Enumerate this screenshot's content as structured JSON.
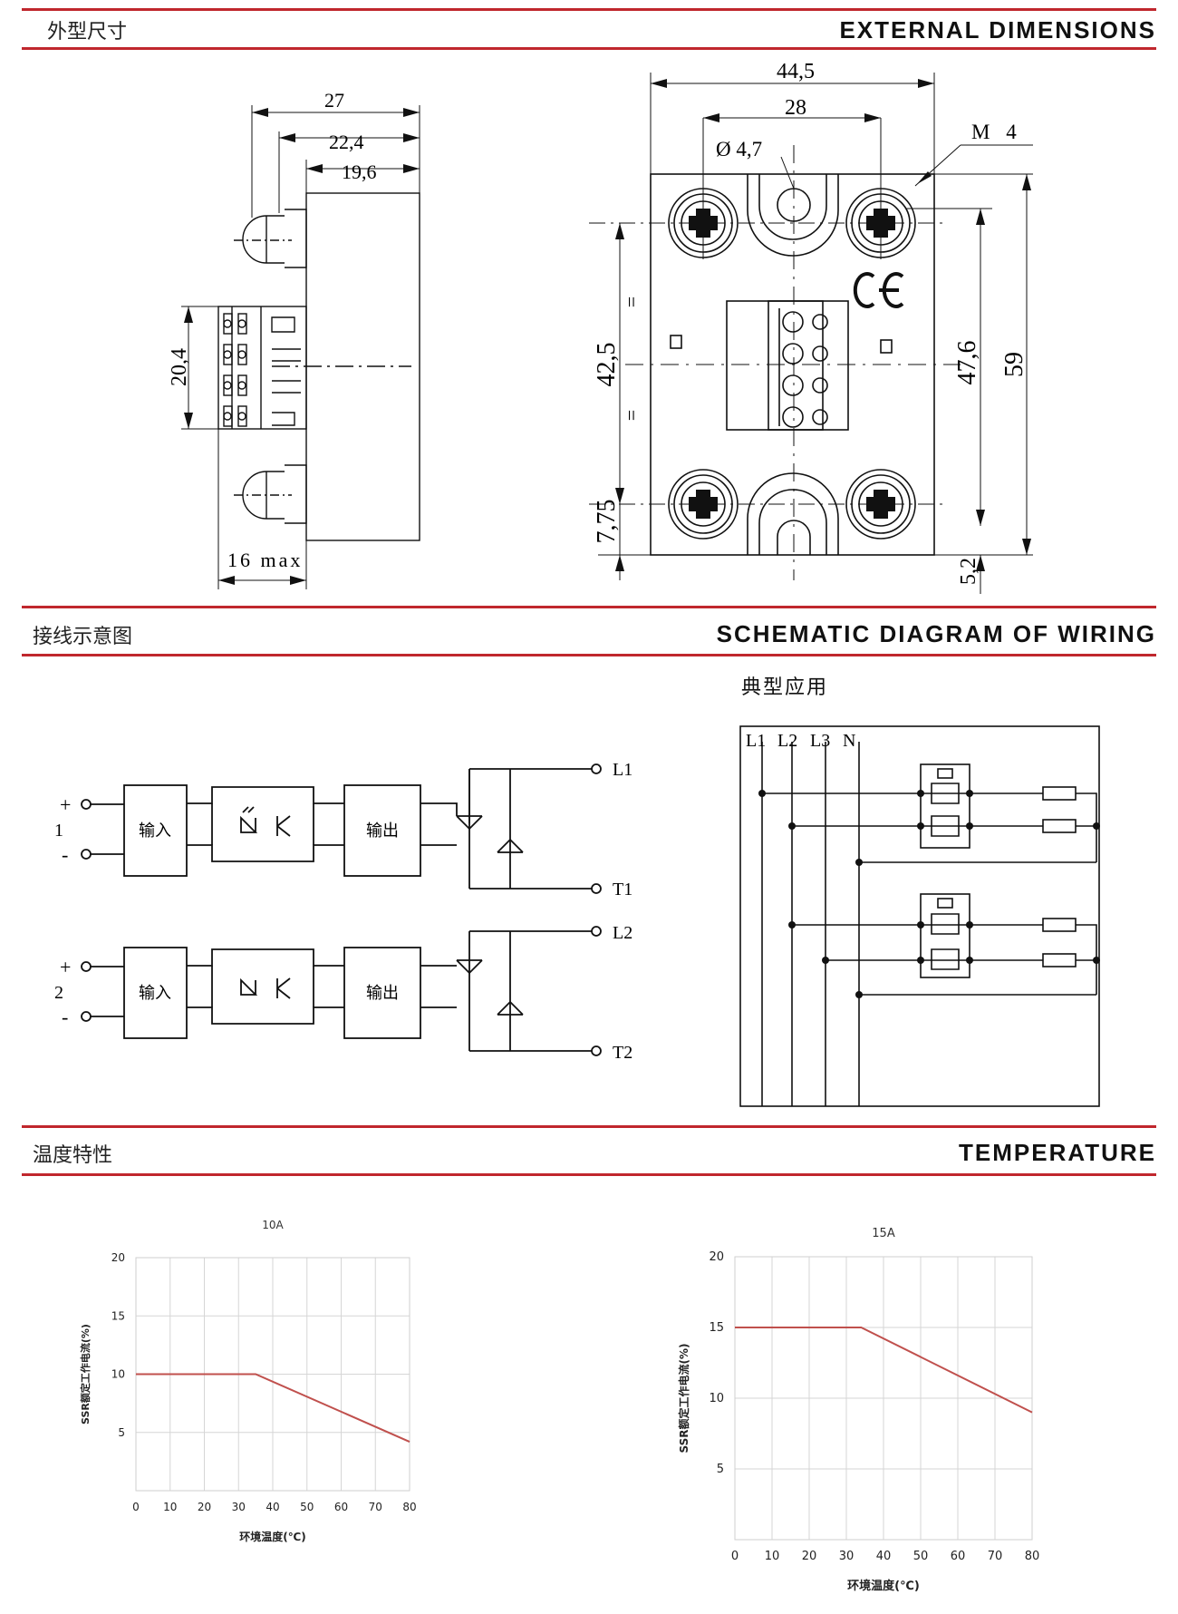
{
  "sections": {
    "dimensions": {
      "title_cn": "外型尺寸",
      "title_en": "EXTERNAL DIMENSIONS"
    },
    "wiring": {
      "title_cn": "接线示意图",
      "title_en": "SCHEMATIC DIAGRAM OF WIRING",
      "subtitle_cn": "典型应用"
    },
    "temperature": {
      "title_cn": "温度特性",
      "title_en": "TEMPERATURE"
    }
  },
  "side_view": {
    "dim_27": "27",
    "dim_22_4": "22,4",
    "dim_19_6": "19,6",
    "dim_20_4": "20,4",
    "dim_16_max": "16 max"
  },
  "front_view": {
    "dim_44_5": "44,5",
    "dim_28": "28",
    "dim_hole": "Ø 4,7",
    "dim_m4": "M 4",
    "dim_42_5": "42,5",
    "dim_47_6": "47,6",
    "dim_59": "59",
    "dim_7_75": "7,75",
    "dim_5_2": "5,2",
    "eq_top": "=",
    "eq_bottom": "=",
    "ce_mark": "CE"
  },
  "wiring_left": {
    "ch1_plus": "+",
    "ch1_num": "1",
    "ch1_minus": "-",
    "ch2_plus": "+",
    "ch2_num": "2",
    "ch2_minus": "-",
    "input_label": "输入",
    "output_label": "输出",
    "out_L1": "L1",
    "out_T1": "T1",
    "out_L2": "L2",
    "out_T2": "T2"
  },
  "wiring_right": {
    "lines": [
      "L1",
      "L2",
      "L3",
      "N"
    ]
  },
  "chart_data": [
    {
      "type": "line",
      "title": "10A",
      "xlabel": "环境温度(℃)",
      "ylabel": "SSR额定工作电流(%)",
      "xlim": [
        0,
        80
      ],
      "ylim": [
        0,
        20
      ],
      "xticks": [
        "0",
        "10",
        "20",
        "30",
        "40",
        "50",
        "60",
        "70",
        "80"
      ],
      "yticks": [
        "5",
        "10",
        "15",
        "20"
      ],
      "series": [
        {
          "x": [
            0,
            35,
            80
          ],
          "y": [
            10,
            10,
            4.2
          ]
        }
      ],
      "color": "#c0504d",
      "grid": true
    },
    {
      "type": "line",
      "title": "15A",
      "xlabel": "环境温度(℃)",
      "ylabel": "SSR额定工作电流(%)",
      "xlim": [
        0,
        80
      ],
      "ylim": [
        0,
        20
      ],
      "xticks": [
        "0",
        "10",
        "20",
        "30",
        "40",
        "50",
        "60",
        "70",
        "80"
      ],
      "yticks": [
        "5",
        "10",
        "15",
        "20"
      ],
      "series": [
        {
          "x": [
            0,
            34,
            80
          ],
          "y": [
            15,
            15,
            9
          ]
        }
      ],
      "color": "#c0504d",
      "grid": true
    }
  ]
}
